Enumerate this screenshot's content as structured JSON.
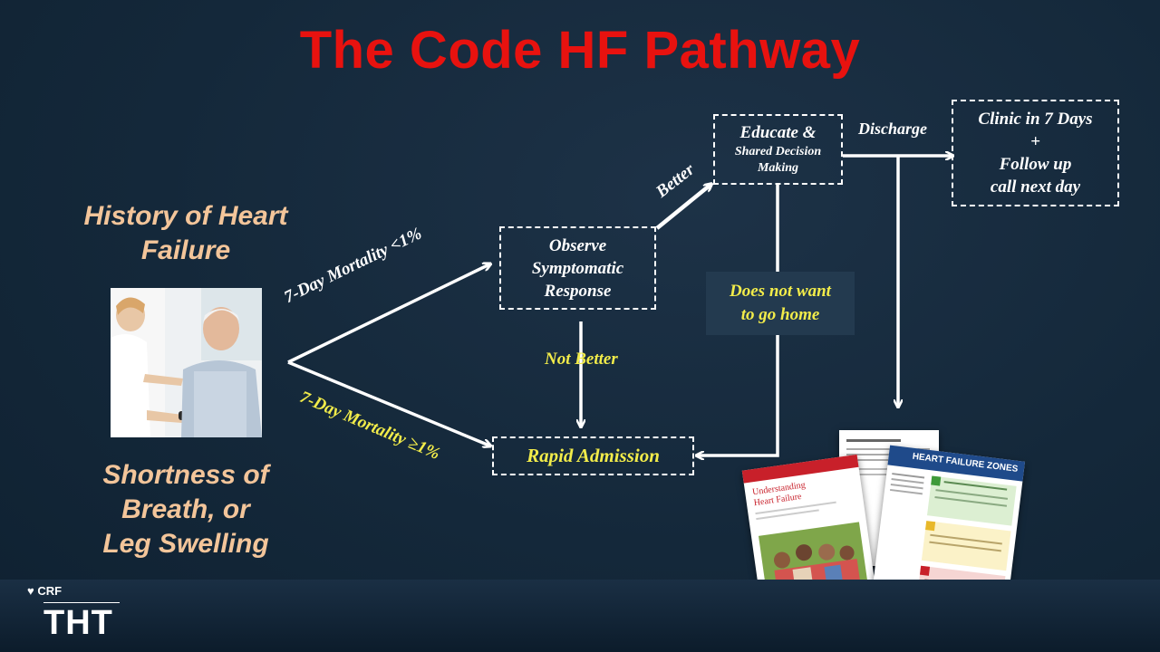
{
  "title": "The Code HF Pathway",
  "left": {
    "history_line1": "History of Heart",
    "history_line2": "Failure",
    "symptoms_line1": "Shortness of",
    "symptoms_line2": "Breath, or",
    "symptoms_line3": "Leg Swelling"
  },
  "paths": {
    "low_mortality": "7-Day Mortality <1%",
    "high_mortality": "7-Day Mortality ≥1%",
    "better": "Better",
    "not_better": "Not  Better",
    "discharge": "Discharge"
  },
  "boxes": {
    "observe": [
      "Observe",
      "Symptomatic",
      "Response"
    ],
    "educate_title": "Educate &",
    "educate_sub": [
      "Shared Decision",
      "Making"
    ],
    "clinic": [
      "Clinic in 7 Days",
      "+",
      "Follow up",
      "call next day"
    ],
    "rapid": "Rapid Admission"
  },
  "note": [
    "Does not want",
    "to go home"
  ],
  "handouts": {
    "understanding_title": [
      "Understanding",
      "Heart Failure"
    ],
    "zones_title": "HEART FAILURE ZONES"
  },
  "logo": {
    "crf": "CRF",
    "tht": "THT"
  },
  "colors": {
    "title": "#e8120f",
    "side_text": "#f3c59a",
    "yellow_label": "#f2ec4a",
    "background": "#14283a"
  }
}
